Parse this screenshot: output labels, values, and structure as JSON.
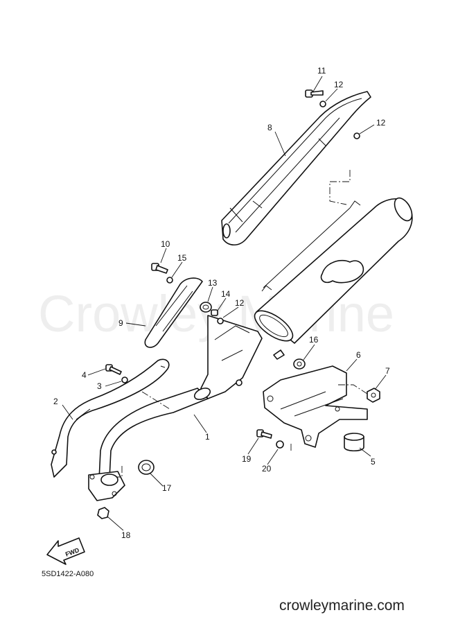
{
  "watermark": "Crowley Marine",
  "diagram_code": "5SD1422-A080",
  "site_footer": "crowleymarine.com",
  "fwd_label": "FWD",
  "callouts": {
    "c1": "1",
    "c2": "2",
    "c3": "3",
    "c4": "4",
    "c5": "5",
    "c6": "6",
    "c7": "7",
    "c8": "8",
    "c9": "9",
    "c10": "10",
    "c11": "11",
    "c12a": "12",
    "c12b": "12",
    "c12c": "12",
    "c13": "13",
    "c14": "14",
    "c15": "15",
    "c16": "16",
    "c17": "17",
    "c18": "18",
    "c19": "19",
    "c20": "20"
  }
}
